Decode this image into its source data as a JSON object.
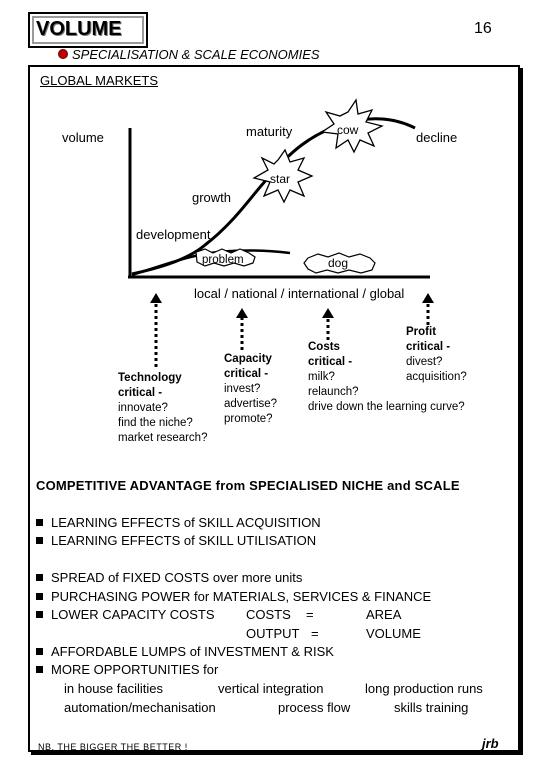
{
  "header": {
    "title": "VOLUME",
    "page_number": "16",
    "subtitle": "SPECIALISATION & SCALE ECONOMIES"
  },
  "diagram": {
    "section_label": "GLOBAL MARKETS",
    "axis_y_label": "volume",
    "axis_x_label": "local / national / international / global",
    "stages": {
      "development": "development",
      "growth": "growth",
      "maturity": "maturity",
      "decline": "decline"
    },
    "burst_labels": {
      "cow": "cow",
      "star": "star",
      "problem": "problem",
      "dog": "dog"
    },
    "factors": {
      "technology": {
        "title": "Technology",
        "sub": "critical -",
        "items": [
          "innovate?",
          "find the niche?",
          "market research?"
        ]
      },
      "capacity": {
        "title": "Capacity",
        "sub": "critical -",
        "items": [
          "invest?",
          "advertise?",
          "promote?"
        ]
      },
      "costs": {
        "title": "Costs",
        "sub": "critical -",
        "items": [
          "milk?",
          "relaunch?",
          "drive down the learning curve?"
        ]
      },
      "profit": {
        "title": "Profit",
        "sub": "critical -",
        "items": [
          "divest?",
          "acquisition?"
        ]
      }
    }
  },
  "advantage": {
    "heading": "COMPETITIVE ADVANTAGE from SPECIALISED NICHE and SCALE",
    "learning": [
      "LEARNING EFFECTS of SKILL ACQUISITION",
      "LEARNING EFFECTS of SKILL UTILISATION"
    ],
    "spread": "SPREAD of FIXED COSTS over more units",
    "purchasing": "PURCHASING POWER for MATERIALS, SERVICES & FINANCE",
    "capacity_costs": "LOWER CAPACITY COSTS",
    "ratio_left_top": "COSTS",
    "ratio_eq1": "=",
    "ratio_right_top": "AREA",
    "ratio_left_bottom": "OUTPUT",
    "ratio_eq2": "=",
    "ratio_right_bottom": "VOLUME",
    "affordable": "AFFORDABLE LUMPS of INVESTMENT & RISK",
    "opportunities": "MORE OPPORTUNITIES for",
    "opp_row1": [
      "in house facilities",
      "vertical integration",
      "long production runs"
    ],
    "opp_row2": [
      "automation/mechanisation",
      "process flow",
      "skills training"
    ]
  },
  "footer": {
    "note": "NB.  THE BIGGER THE BETTER  !",
    "initials": "jrb"
  },
  "colors": {
    "bullet_accent": "#c00000",
    "ink": "#000000"
  }
}
